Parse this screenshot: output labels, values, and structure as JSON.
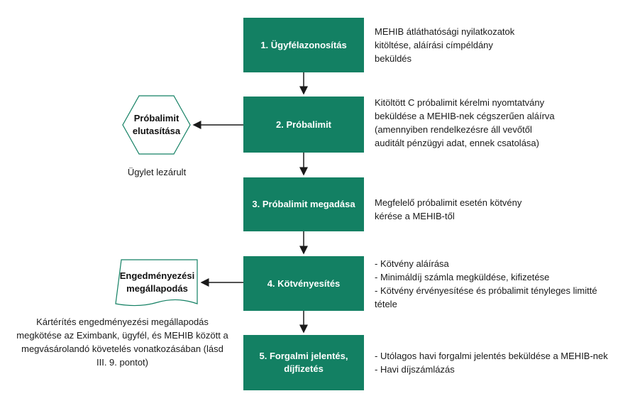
{
  "steps": [
    {
      "label": "1. Ügyfélazonosítás"
    },
    {
      "label": "2. Próbalimit"
    },
    {
      "label": "3. Próbalimit megadása"
    },
    {
      "label": "4. Kötvényesítés"
    },
    {
      "label": "5. Forgalmi jelentés, díjfizetés"
    }
  ],
  "descriptions": {
    "step1": [
      "MEHIB átláthatósági nyilatkozatok",
      "kitöltése, aláírási címpéldány",
      "beküldés"
    ],
    "step2": [
      "Kitöltött C próbalimit kérelmi nyomtatvány",
      "beküldése a MEHIB-nek cégszerűen aláírva",
      "(amennyiben rendelkezésre áll vevőtől",
      "auditált pénzügyi adat, ennek csatolása)"
    ],
    "step3": [
      "Megfelelő próbalimit esetén kötvény",
      "kérése a MEHIB-től"
    ],
    "step4": [
      "- Kötvény aláírása",
      "- Minimáldíj számla megküldése, kifizetése",
      "- Kötvény érvényesítése és próbalimit tényleges limitté",
      "tétele"
    ],
    "step5": [
      "- Utólagos havi forgalmi jelentés beküldése a MEHIB-nek",
      "- Havi díjszámlázás"
    ]
  },
  "rejection": {
    "label_line1": "Próbalimit",
    "label_line2": "elutasítása",
    "note": "Ügylet lezárult"
  },
  "assignment": {
    "label_line1": "Engedményezési",
    "label_line2": "megállapodás",
    "note": [
      "Kártérítés engedményezési megállapodás",
      "megkötése az Eximbank, ügyfél, és MEHIB között a",
      "megvásárolandó követelés vonatkozásában (lásd",
      "III. 9. pontot)"
    ]
  },
  "colors": {
    "step_fill": "#138063",
    "shape_border": "#138063",
    "arrow": "#1a1a1a"
  }
}
